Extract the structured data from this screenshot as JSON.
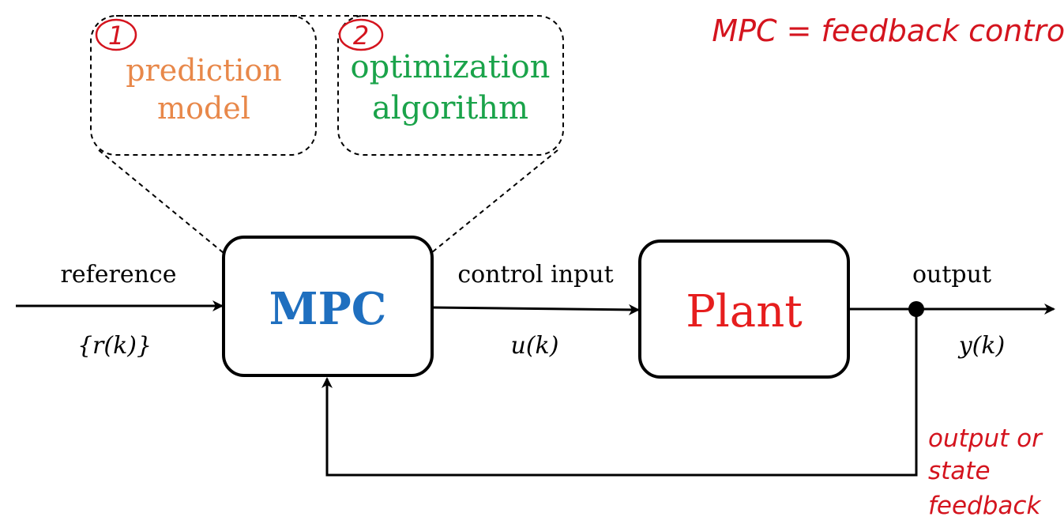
{
  "annotations": {
    "title_note": "MPC = feedback control",
    "feedback_note_line1": "output or",
    "feedback_note_line2": "state",
    "feedback_note_line3": "feedback",
    "circle_1": "1",
    "circle_2": "2"
  },
  "callouts": {
    "prediction_line1": "prediction",
    "prediction_line2": "model",
    "optimization_line1": "optimization",
    "optimization_line2": "algorithm"
  },
  "blocks": {
    "mpc": "MPC",
    "plant": "Plant"
  },
  "signals": {
    "reference_label": "reference",
    "reference_symbol": "{r(k)}",
    "control_label": "control input",
    "control_symbol": "u(k)",
    "output_label": "output",
    "output_symbol": "y(k)"
  },
  "colors": {
    "prediction": "#e8884a",
    "optimization": "#1aa34a",
    "mpc": "#1f6fbf",
    "plant": "#e61e1e",
    "annotation": "#d4141e",
    "line": "#000000"
  }
}
